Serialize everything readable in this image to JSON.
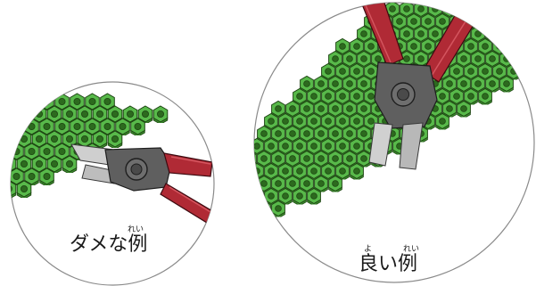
{
  "panels": [
    {
      "id": "bad",
      "caption": "ダメな例",
      "ruby": [
        {
          "base": "例",
          "reading": "れい"
        }
      ]
    },
    {
      "id": "good",
      "caption": "良い例",
      "ruby": [
        {
          "base": "良",
          "reading": "よ"
        },
        {
          "base": "例",
          "reading": "れい"
        }
      ]
    }
  ],
  "colors": {
    "nut_fill": "#58b94a",
    "nut_dark": "#2c6a1e",
    "nut_outline": "#1d4412",
    "handle": "#b02a35",
    "handle_dark": "#6a141c",
    "metal": "#6d6d6d",
    "metal_light": "#c9c9c9",
    "circle_stroke": "#8a8a8a"
  }
}
